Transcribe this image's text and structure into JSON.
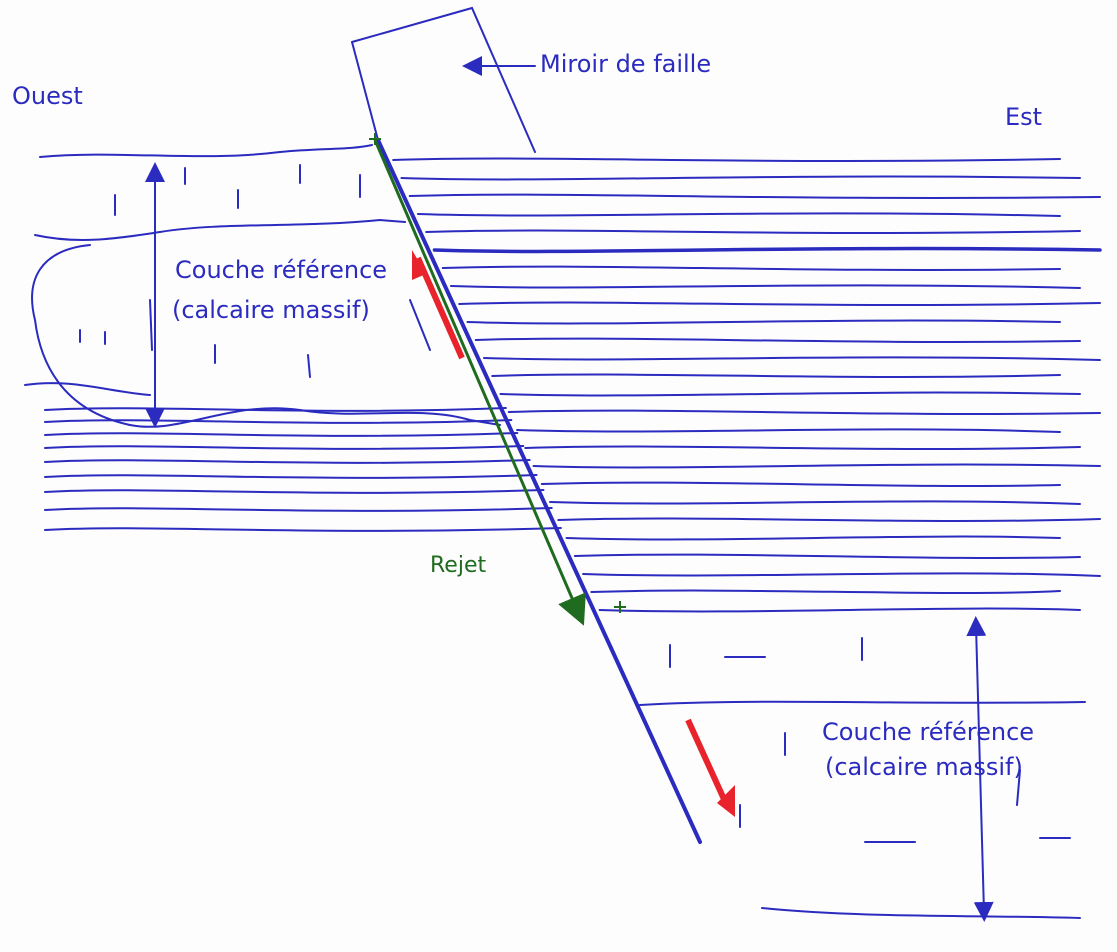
{
  "labels": {
    "west": "Ouest",
    "east": "Est",
    "fault_mirror": "Miroir de faille",
    "throw": "Rejet",
    "ref_layer_left": {
      "line1": "Couche référence",
      "line2": "(calcaire massif)"
    },
    "ref_layer_right": {
      "line1": "Couche référence",
      "line2": "(calcaire massif)"
    }
  },
  "colors": {
    "ink": "#2b2bbf",
    "throw_line": "#1f6b1f",
    "movement_arrows": "#e8232b"
  }
}
